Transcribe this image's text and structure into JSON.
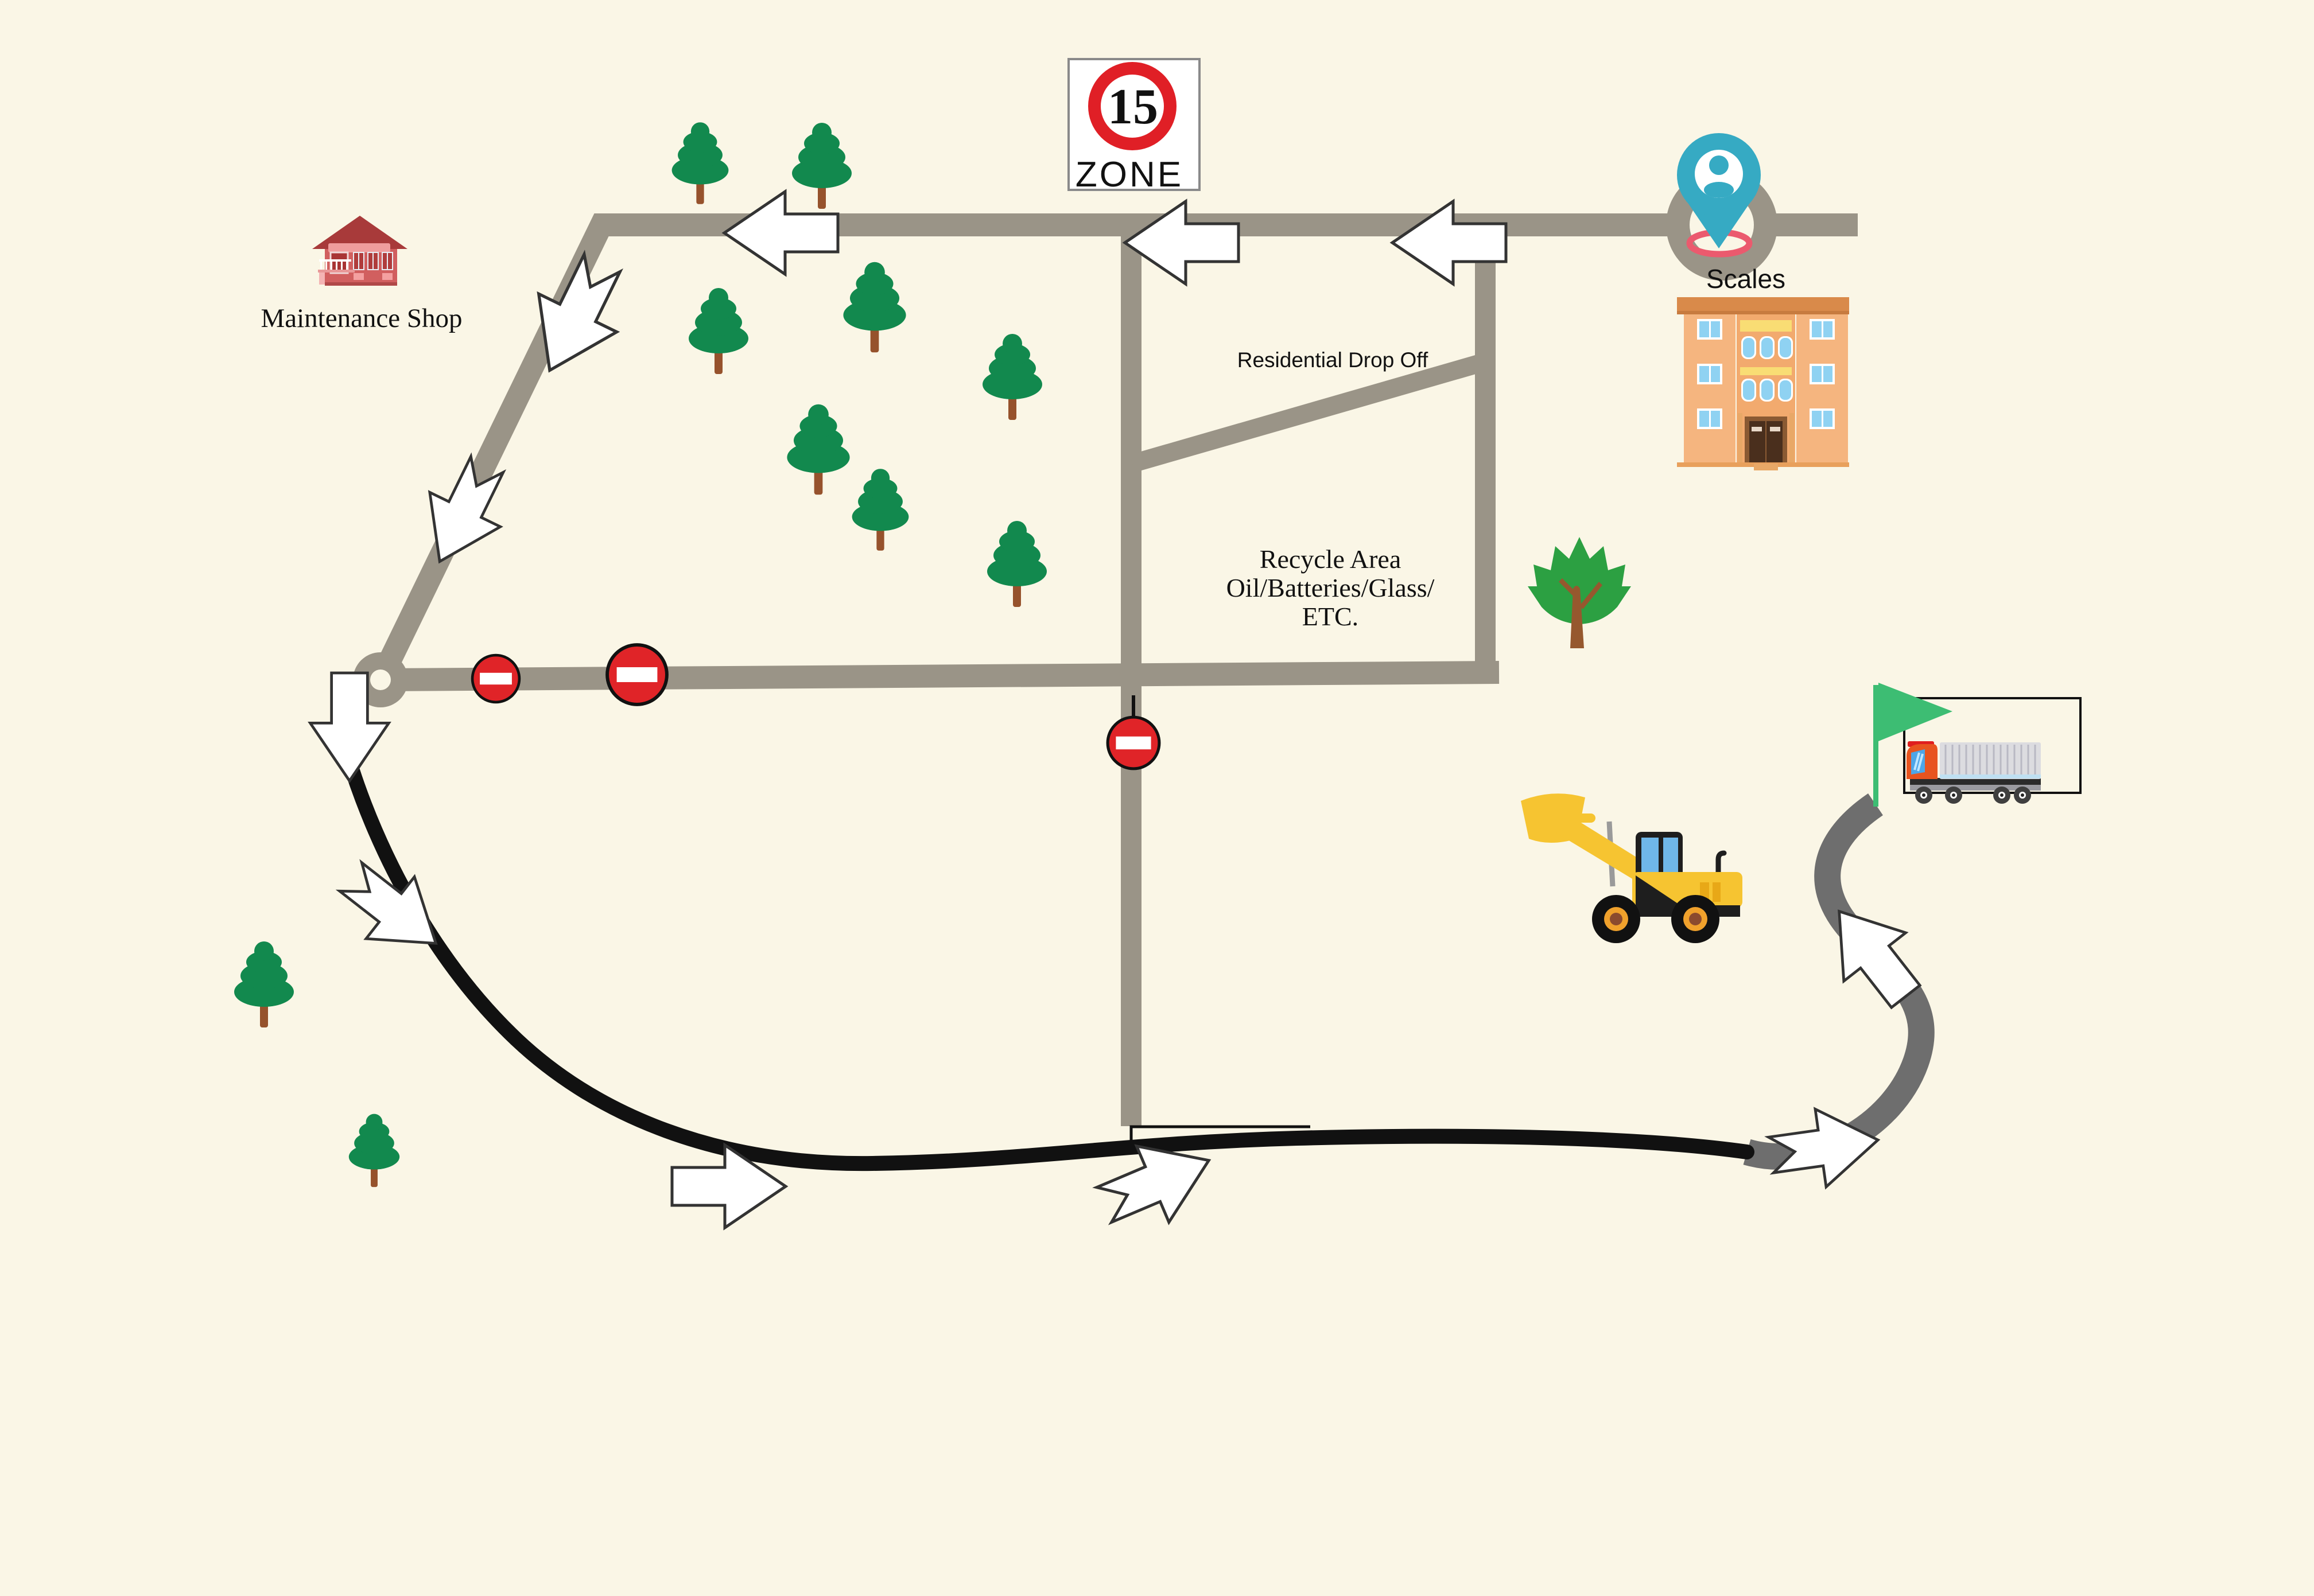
{
  "labels": {
    "maintenance_shop": "Maintenance Shop",
    "scales": "Scales",
    "residential_drop_off": "Residential Drop Off",
    "recycle_lines": [
      "Recycle Area",
      "Oil/Batteries/Glass/",
      "ETC."
    ]
  },
  "signs": {
    "speed_limit": {
      "value": "15",
      "zone_text": "ZONE"
    },
    "no_entry_count": 3
  },
  "icons": {
    "location_pin": "location-pin-icon",
    "no_entry": "no-entry-icon",
    "speed_sign": "speed-limit-sign",
    "pine_tree": "pine-tree-icon",
    "maple_tree": "maple-tree-icon",
    "flag": "green-flag-icon",
    "truck": "semi-truck-icon",
    "loader": "front-loader-icon",
    "maintenance_building": "maintenance-shop-icon",
    "scales_building": "scales-building-icon",
    "roundabout": "roundabout",
    "arrow": "direction-arrow-icon"
  },
  "colors": {
    "background": "#faf6e6",
    "road_gray": "#9a9487",
    "entry_route_dark_gray": "#6e6e6e",
    "exit_route_black": "#111111",
    "arrow_fill": "#ffffff",
    "arrow_outline": "#333333",
    "no_entry_red": "#e02428",
    "speed_ring_red": "#e01f26",
    "pin_teal": "#36aac3",
    "marker_ring_pink": "#eb5a6e",
    "flag_green": "#3dbd73",
    "pine_green": "#12894e",
    "maple_green": "#2ca042",
    "trunk_brown": "#96522c",
    "loader_yellow": "#f6c431",
    "truck_cab_orange": "#e8541f",
    "shop_red": "#d15f5f",
    "scales_building_orange": "#f5b57f"
  }
}
